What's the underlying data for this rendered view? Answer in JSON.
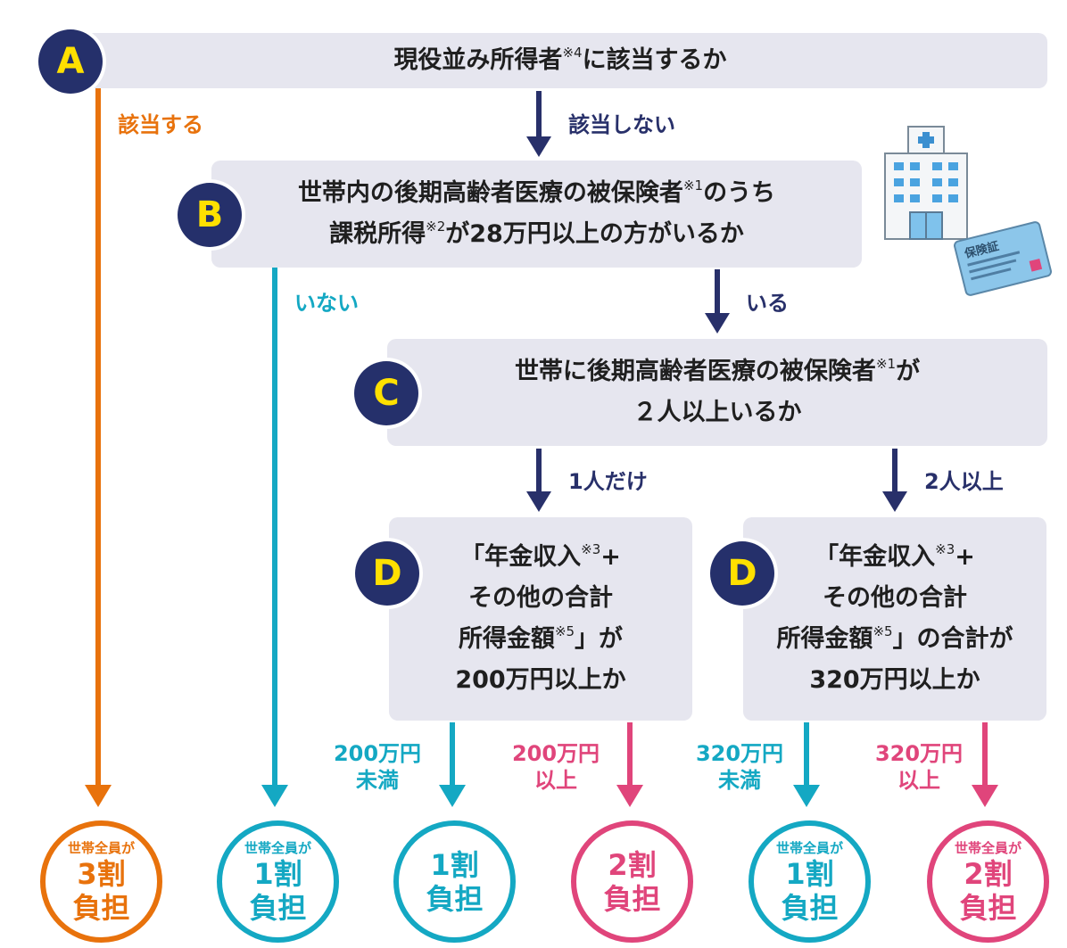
{
  "boxes": {
    "a": {
      "badge": "A",
      "line1_pre": "現役並み所得者",
      "line1_note": "※4",
      "line1_post": "に該当するか"
    },
    "b": {
      "badge": "B",
      "line1_pre": "世帯内の後期高齢者医療の被保険者",
      "line1_note": "※1",
      "line1_post": "のうち",
      "line2_pre": "課税所得",
      "line2_note": "※2",
      "line2_post": "が28万円以上の方がいるか"
    },
    "c": {
      "badge": "C",
      "line1_pre": "世帯に後期高齢者医療の被保険者",
      "line1_note": "※1",
      "line1_post": "が",
      "line2": "２人以上いるか"
    },
    "d1": {
      "badge": "D",
      "line1_pre": "「年金収入",
      "line1_note": "※3",
      "line1_post": "+",
      "line2": "その他の合計",
      "line3_pre": "所得金額",
      "line3_note": "※5",
      "line3_post": "」が",
      "line4": "200万円以上か"
    },
    "d2": {
      "badge": "D",
      "line1_pre": "「年金収入",
      "line1_note": "※3",
      "line1_post": "+",
      "line2": "その他の合計",
      "line3_pre": "所得金額",
      "line3_note": "※5",
      "line3_post": "」の合計が",
      "line4": "320万円以上か"
    }
  },
  "labels": {
    "a_yes": "該当する",
    "a_no": "該当しない",
    "b_no": "いない",
    "b_yes": "いる",
    "c_one": "1人だけ",
    "c_two": "2人以上",
    "d1_under_1": "200万円",
    "d1_under_2": "未満",
    "d1_over_1": "200万円",
    "d1_over_2": "以上",
    "d2_under_1": "320万円",
    "d2_under_2": "未満",
    "d2_over_1": "320万円",
    "d2_over_2": "以上"
  },
  "results": [
    {
      "small": "世帯全員が",
      "big1": "3割",
      "big2": "負担"
    },
    {
      "small": "世帯全員が",
      "big1": "1割",
      "big2": "負担"
    },
    {
      "small": "",
      "big1": "1割",
      "big2": "負担"
    },
    {
      "small": "",
      "big1": "2割",
      "big2": "負担"
    },
    {
      "small": "世帯全員が",
      "big1": "1割",
      "big2": "負担"
    },
    {
      "small": "世帯全員が",
      "big1": "2割",
      "big2": "負担"
    }
  ],
  "illustration": {
    "card_text": "保険証",
    "icons": [
      "hospital-icon",
      "insurance-card-icon"
    ]
  },
  "colors": {
    "orange": "#e8720c",
    "teal": "#14a8c3",
    "pink": "#e0457b",
    "navy": "#28306a",
    "box": "#e6e6ef",
    "badge_text": "#ffe000"
  }
}
